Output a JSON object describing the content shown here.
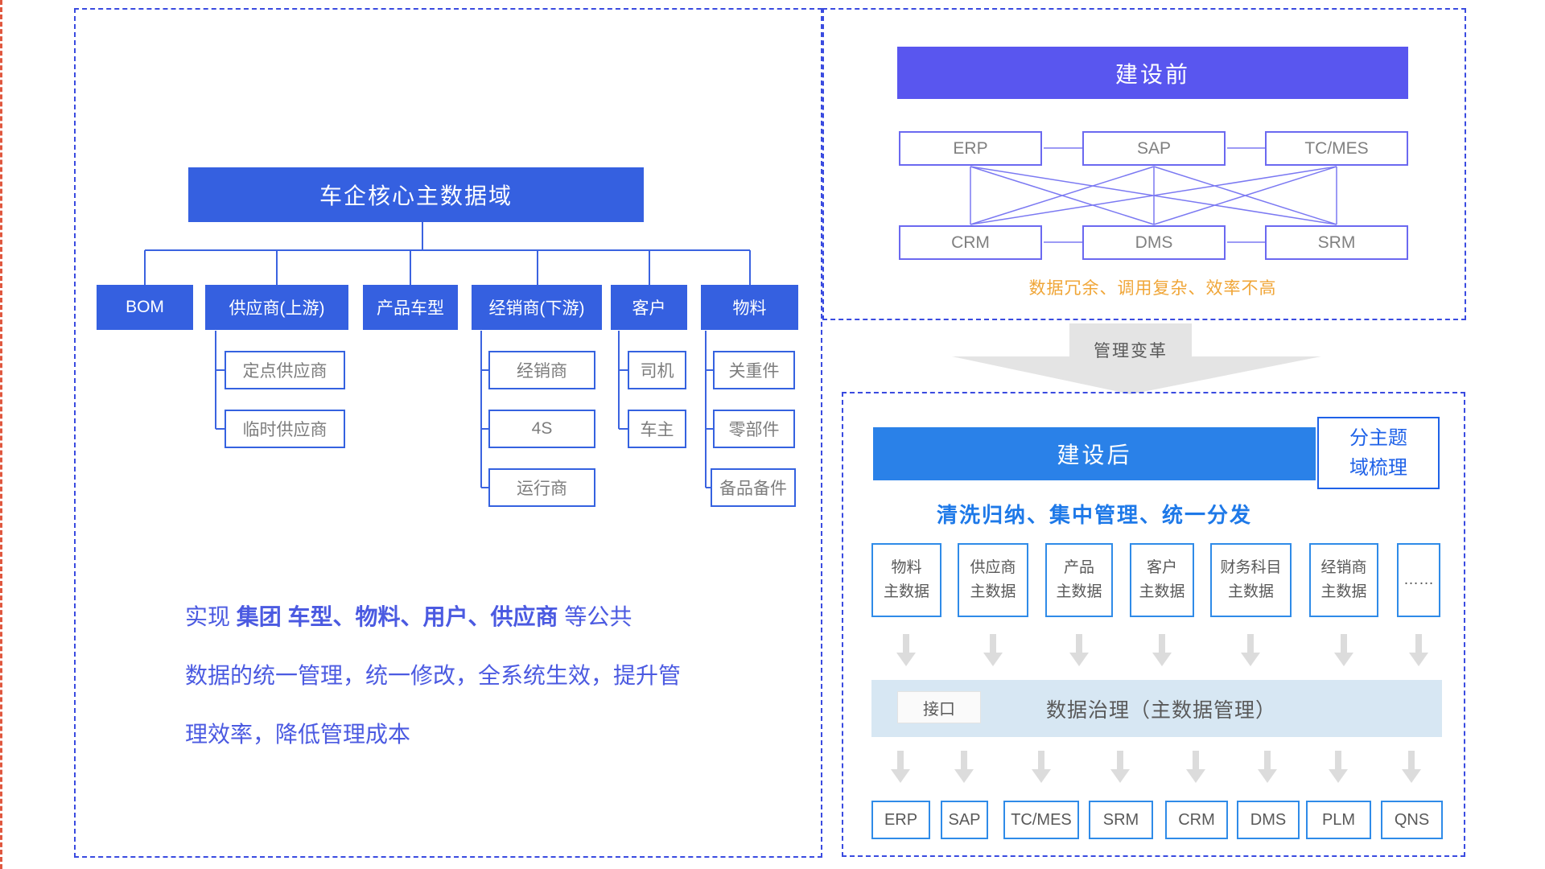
{
  "left_panel": {
    "tree": {
      "root": "车企核心主数据域",
      "children": [
        {
          "label": "BOM"
        },
        {
          "label": "供应商(上游)"
        },
        {
          "label": "产品车型"
        },
        {
          "label": "经销商(下游)"
        },
        {
          "label": "客户"
        },
        {
          "label": "物料"
        }
      ],
      "supplier_leaves": [
        "定点供应商",
        "临时供应商"
      ],
      "dealer_leaves": [
        "经销商",
        "4S",
        "运行商"
      ],
      "customer_leaves": [
        "司机",
        "车主"
      ],
      "material_leaves": [
        "关重件",
        "零部件",
        "备品备件"
      ]
    },
    "summary": {
      "line1_prefix": "实现 ",
      "line1_bold": "集团 车型、物料、用户、供应商",
      "line1_suffix": " 等公共",
      "line2": "数据的统一管理，统一修改，全系统生效，提升管",
      "line3": "理效率，降低管理成本"
    }
  },
  "before_panel": {
    "title": "建设前",
    "systems_top": [
      "ERP",
      "SAP",
      "TC/MES"
    ],
    "systems_bottom": [
      "CRM",
      "DMS",
      "SRM"
    ],
    "caption": "数据冗余、调用复杂、效率不高"
  },
  "transition": {
    "label": "管理变革"
  },
  "after_panel": {
    "title": "建设后",
    "side_box_line1": "分主题",
    "side_box_line2": "域梳理",
    "subtitle": "清洗归纳、集中管理、统一分发",
    "master_data": [
      {
        "line1": "物料",
        "line2": "主数据"
      },
      {
        "line1": "供应商",
        "line2": "主数据"
      },
      {
        "line1": "产品",
        "line2": "主数据"
      },
      {
        "line1": "客户",
        "line2": "主数据"
      },
      {
        "line1": "财务科目",
        "line2": "主数据"
      },
      {
        "line1": "经销商",
        "line2": "主数据"
      },
      {
        "line1": "……",
        "line2": ""
      }
    ],
    "interface_label": "接口",
    "governance_label": "数据治理（主数据管理）",
    "systems": [
      "ERP",
      "SAP",
      "TC/MES",
      "SRM",
      "CRM",
      "DMS",
      "PLM",
      "QNS"
    ]
  },
  "colors": {
    "tree_blue": "#3560e0",
    "before_header": "#5956ef",
    "after_header": "#2a81e8",
    "after_accent": "#1e79e8",
    "orange": "#f0a638",
    "band_blue": "#d7e7f3",
    "gray_text": "#595959",
    "arrow_gray": "#dcdcdc",
    "panel_border": "#3a4be0"
  }
}
